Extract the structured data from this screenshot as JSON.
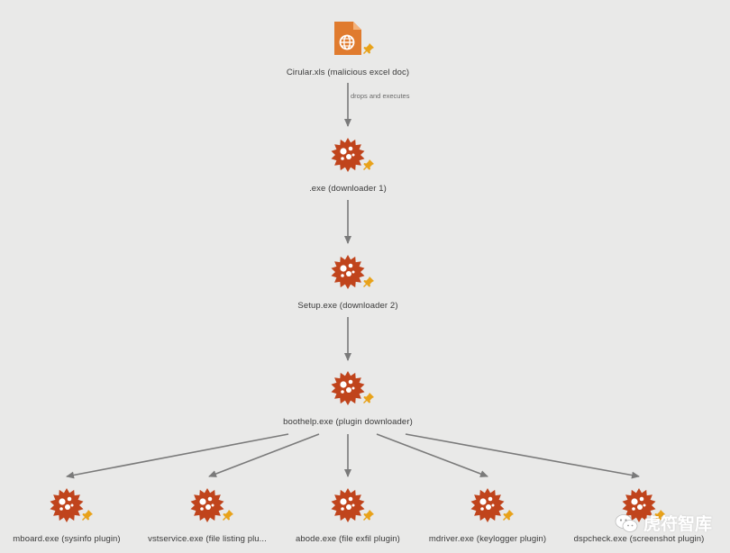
{
  "diagram": {
    "nodes": [
      {
        "id": "xls",
        "label": "Cirular.xls (malicious excel doc)",
        "icon": "excel-doc-globe-icon"
      },
      {
        "id": "dl1",
        "label": ".exe (downloader 1)",
        "icon": "malware-virus-icon"
      },
      {
        "id": "dl2",
        "label": "Setup.exe (downloader 2)",
        "icon": "malware-virus-icon"
      },
      {
        "id": "pdl",
        "label": "boothelp.exe (plugin downloader)",
        "icon": "malware-virus-icon"
      },
      {
        "id": "p1",
        "label": "mboard.exe (sysinfo plugin)",
        "icon": "malware-virus-icon"
      },
      {
        "id": "p2",
        "label": "vstservice.exe (file listing plu...",
        "icon": "malware-virus-icon"
      },
      {
        "id": "p3",
        "label": "abode.exe (file exfil plugin)",
        "icon": "malware-virus-icon"
      },
      {
        "id": "p4",
        "label": "mdriver.exe (keylogger plugin)",
        "icon": "malware-virus-icon"
      },
      {
        "id": "p5",
        "label": "dspcheck.exe (screenshot plugin)",
        "icon": "malware-virus-icon"
      }
    ],
    "edges": [
      {
        "from": "xls",
        "to": "dl1",
        "label": "drops and executes"
      },
      {
        "from": "dl1",
        "to": "dl2",
        "label": ""
      },
      {
        "from": "dl2",
        "to": "pdl",
        "label": ""
      },
      {
        "from": "pdl",
        "to": "p1",
        "label": ""
      },
      {
        "from": "pdl",
        "to": "p2",
        "label": ""
      },
      {
        "from": "pdl",
        "to": "p3",
        "label": ""
      },
      {
        "from": "pdl",
        "to": "p4",
        "label": ""
      },
      {
        "from": "pdl",
        "to": "p5",
        "label": ""
      }
    ]
  },
  "watermark": {
    "text": "虎符智库",
    "icon": "wechat-icon"
  },
  "colors": {
    "background": "#e9e9e8",
    "virus": "#c0441c",
    "doc": "#e07b2e",
    "pin": "#e8a21a",
    "arrow": "#7a7a7a"
  }
}
